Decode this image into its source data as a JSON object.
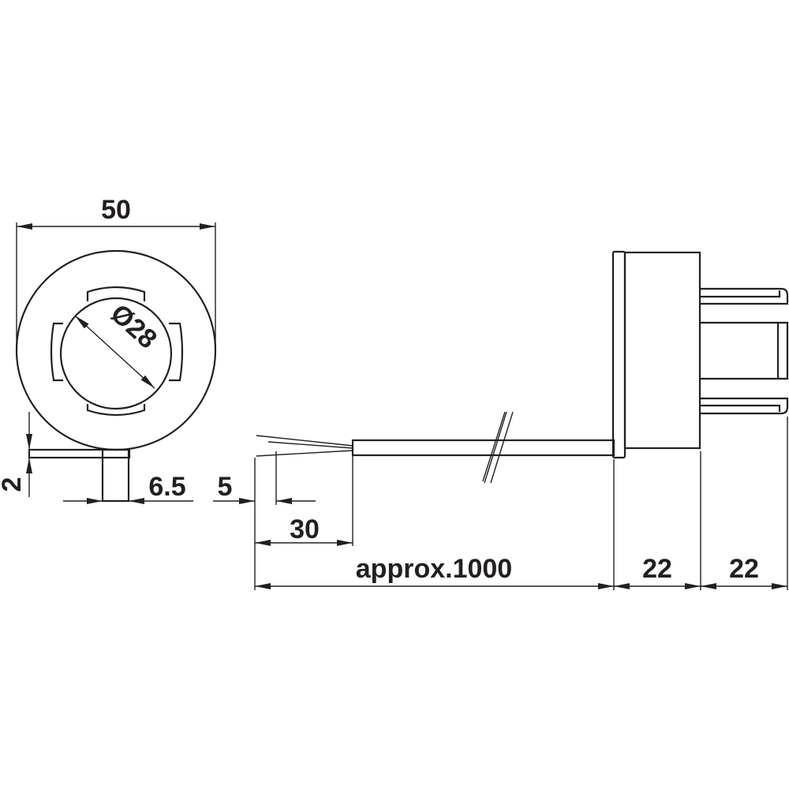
{
  "drawing": {
    "ink_color": "#231f20",
    "dimensions": {
      "overall_width": "50",
      "inner_diameter": "Ø28",
      "base_thickness": "2",
      "pin_width": "6.5",
      "wire_strip": "5",
      "wire_sheath": "30",
      "cable_length": "approx.1000",
      "body_depth": "22",
      "pin_length": "22"
    }
  }
}
